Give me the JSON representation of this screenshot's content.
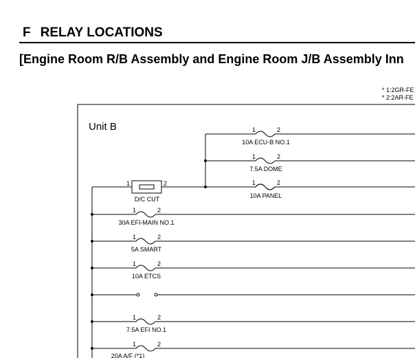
{
  "section": {
    "letter": "F",
    "title": "RELAY LOCATIONS"
  },
  "subtitle": "[Engine Room R/B Assembly and Engine Room J/B Assembly Inn",
  "notes": [
    "* 1:2GR-FE",
    "* 2:2AR-FE"
  ],
  "unit_label": "Unit B",
  "pin_labels": {
    "one": "1",
    "two": "2"
  },
  "fuses": {
    "ecu_b": "10A ECU-B NO.1",
    "dome": "7.5A DOME",
    "panel": "10A PANEL",
    "efi_main": "30A EFI-MAIN NO.1",
    "smart": "5A SMART",
    "etcs": "10A ETCS",
    "efi_no1": "7.5A EFI NO.1",
    "af": "20A A/F (*1)"
  },
  "dc_cut": "D/C CUT",
  "colors": {
    "line": "#000000",
    "background": "#ffffff"
  }
}
